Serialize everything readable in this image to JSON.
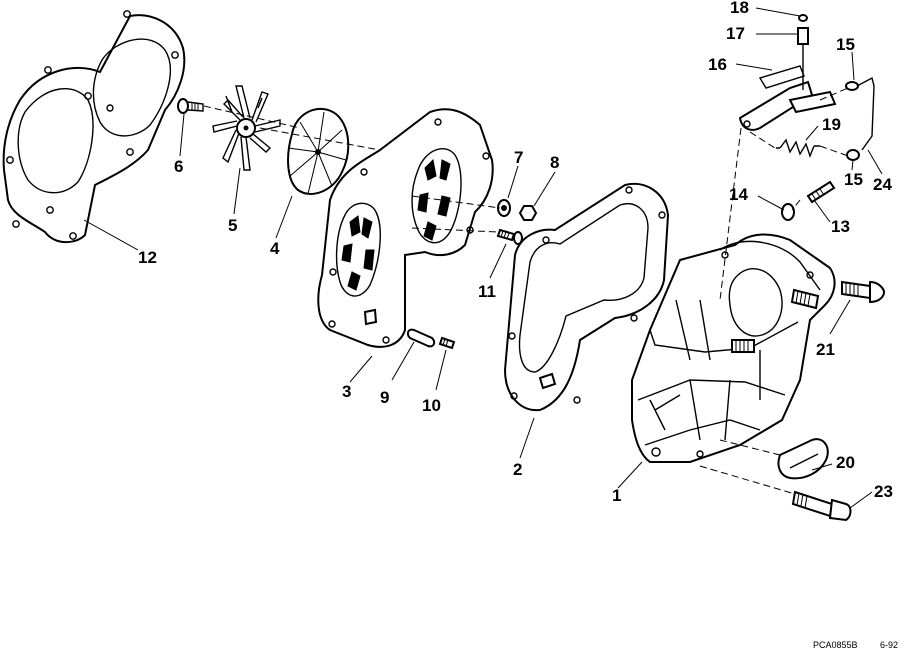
{
  "diagram": {
    "footer_code": "PCA0855B",
    "footer_date": "6-92",
    "callouts": [
      {
        "id": "c1",
        "text": "1"
      },
      {
        "id": "c2",
        "text": "2"
      },
      {
        "id": "c3",
        "text": "3"
      },
      {
        "id": "c4",
        "text": "4"
      },
      {
        "id": "c5",
        "text": "5"
      },
      {
        "id": "c6",
        "text": "6"
      },
      {
        "id": "c7",
        "text": "7"
      },
      {
        "id": "c8",
        "text": "8"
      },
      {
        "id": "c9",
        "text": "9"
      },
      {
        "id": "c10",
        "text": "10"
      },
      {
        "id": "c11",
        "text": "11"
      },
      {
        "id": "c12",
        "text": "12"
      },
      {
        "id": "c13",
        "text": "13"
      },
      {
        "id": "c14",
        "text": "14"
      },
      {
        "id": "c15a",
        "text": "15"
      },
      {
        "id": "c15b",
        "text": "15"
      },
      {
        "id": "c16",
        "text": "16"
      },
      {
        "id": "c17",
        "text": "17"
      },
      {
        "id": "c18",
        "text": "18"
      },
      {
        "id": "c19",
        "text": "19"
      },
      {
        "id": "c20",
        "text": "20"
      },
      {
        "id": "c21",
        "text": "21"
      },
      {
        "id": "c23",
        "text": "23"
      },
      {
        "id": "c24",
        "text": "24"
      }
    ]
  }
}
